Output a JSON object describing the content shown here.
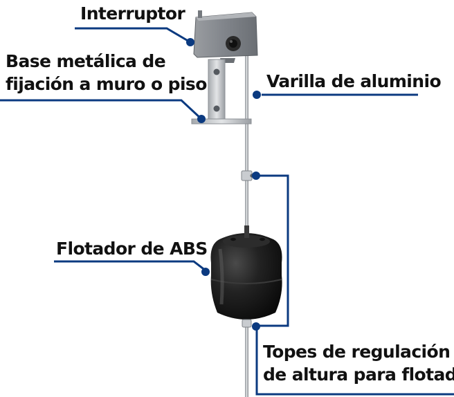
{
  "labels": {
    "switch": "Interruptor",
    "base_line1": "Base metálica de",
    "base_line2": "fijación a muro o piso",
    "rod": "Varilla de aluminio",
    "float": "Flotador de ABS",
    "stops_line1": "Topes de regulación",
    "stops_line2": "de altura para flotador"
  },
  "colors": {
    "leader": "#0b3a80",
    "text": "#111111",
    "switch_body": "#8a8d91",
    "float_body": "#1c1c1c"
  }
}
